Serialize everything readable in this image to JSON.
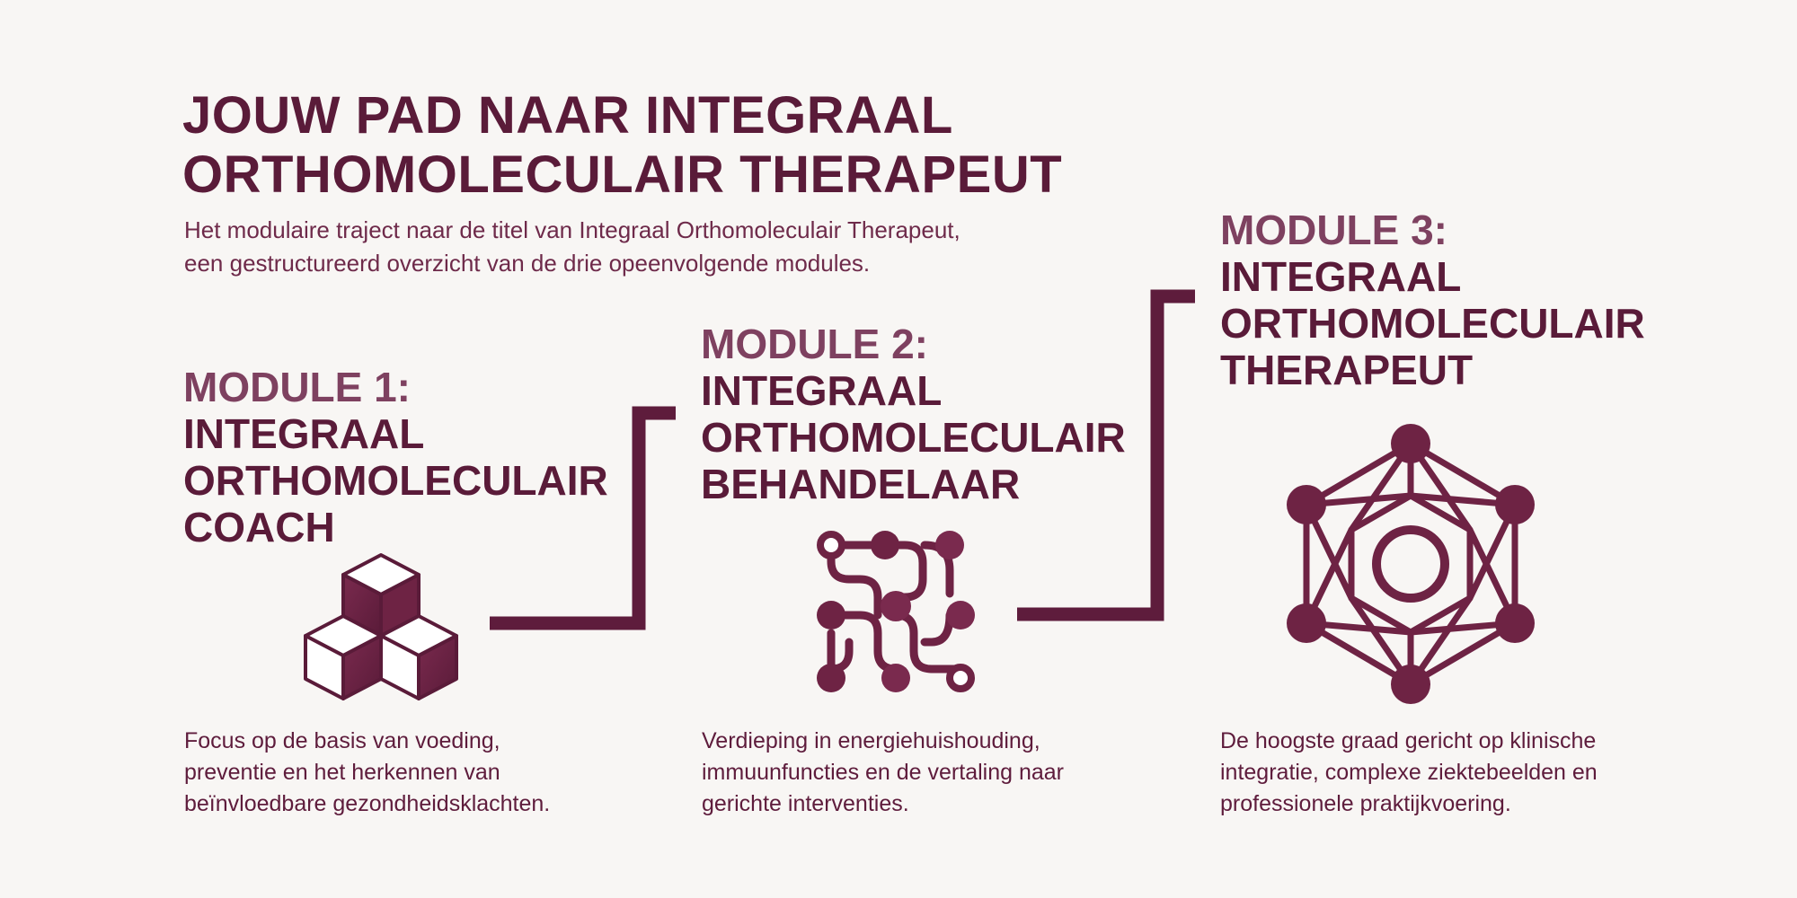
{
  "header": {
    "title_lines": [
      "JOUW PAD NAAR INTEGRAAL",
      "ORTHOMOLECULAIR THERAPEUT"
    ],
    "subtitle_lines": [
      "Het modulaire traject naar de titel van Integraal Orthomoleculair Therapeut,",
      "een gestructureerd overzicht van de drie opeenvolgende modules."
    ]
  },
  "colors": {
    "background": "#f8f6f4",
    "primary": "#5a1b39",
    "accent": "#7e4160",
    "icon_fill": "#6e2344"
  },
  "modules": [
    {
      "number": "MODULE 1:",
      "name_lines": [
        "INTEGRAAL",
        "ORTHOMOLECULAIR",
        "COACH"
      ],
      "icon": "cubes-icon",
      "description_lines": [
        "Focus op de basis van voeding,",
        "preventie en het herkennen van",
        "beïnvloedbare gezondheidsklachten."
      ]
    },
    {
      "number": "MODULE 2:",
      "name_lines": [
        "INTEGRAAL",
        "ORTHOMOLECULAIR",
        "BEHANDELAAR"
      ],
      "icon": "circuit-network-icon",
      "description_lines": [
        "Verdieping in energiehuishouding,",
        "immuunfuncties en de vertaling naar",
        "gerichte interventies."
      ]
    },
    {
      "number": "MODULE 3:",
      "name_lines": [
        "INTEGRAAL",
        "ORTHOMOLECULAIR",
        "THERAPEUT"
      ],
      "icon": "molecule-network-icon",
      "description_lines": [
        "De hoogste graad gericht op klinische",
        "integratie, complexe ziektebeelden en",
        "professionele praktijkvoering."
      ]
    }
  ]
}
